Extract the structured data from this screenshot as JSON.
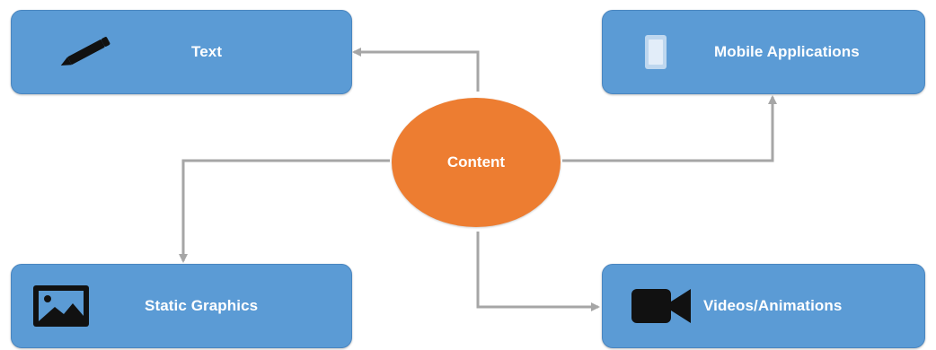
{
  "diagram": {
    "center": {
      "label": "Content"
    },
    "nodes": {
      "text": {
        "label": "Text",
        "icon": "pencil-icon"
      },
      "mobile": {
        "label": "Mobile Applications",
        "icon": "tablet-icon"
      },
      "static": {
        "label": "Static Graphics",
        "icon": "image-icon"
      },
      "video": {
        "label": "Videos/Animations",
        "icon": "video-camera-icon"
      }
    },
    "colors": {
      "box_fill": "#5b9bd5",
      "center_fill": "#ed7d31",
      "connector": "#a6a6a6",
      "label_text": "#ffffff",
      "icon": "#111111"
    }
  }
}
